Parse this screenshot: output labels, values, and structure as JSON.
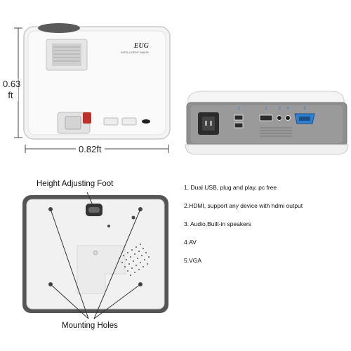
{
  "top_view": {
    "brand_label": "EUG",
    "brand_sub": "INTELLIGENT IMAGE",
    "height_label": "0.63\nft",
    "width_label": "0.82ft"
  },
  "rear_view": {
    "port_numbers": [
      "1",
      "2",
      "3",
      "4",
      "5"
    ]
  },
  "bottom_view": {
    "foot_label": "Height Adjusting Foot",
    "holes_label": "Mounting Holes"
  },
  "features": [
    "1. Dual USB, plug and play, pc free",
    "2.HDMI, support any device with hdmi output",
    "3. Audio,Built-in speakers",
    "4.AV",
    "5.VGA"
  ],
  "colors": {
    "body": "#f2f2f2",
    "outline": "#c8c8c8",
    "dark": "#4a4a4a",
    "accent_red": "#c0302b",
    "port_blue": "#2f7fd2"
  }
}
